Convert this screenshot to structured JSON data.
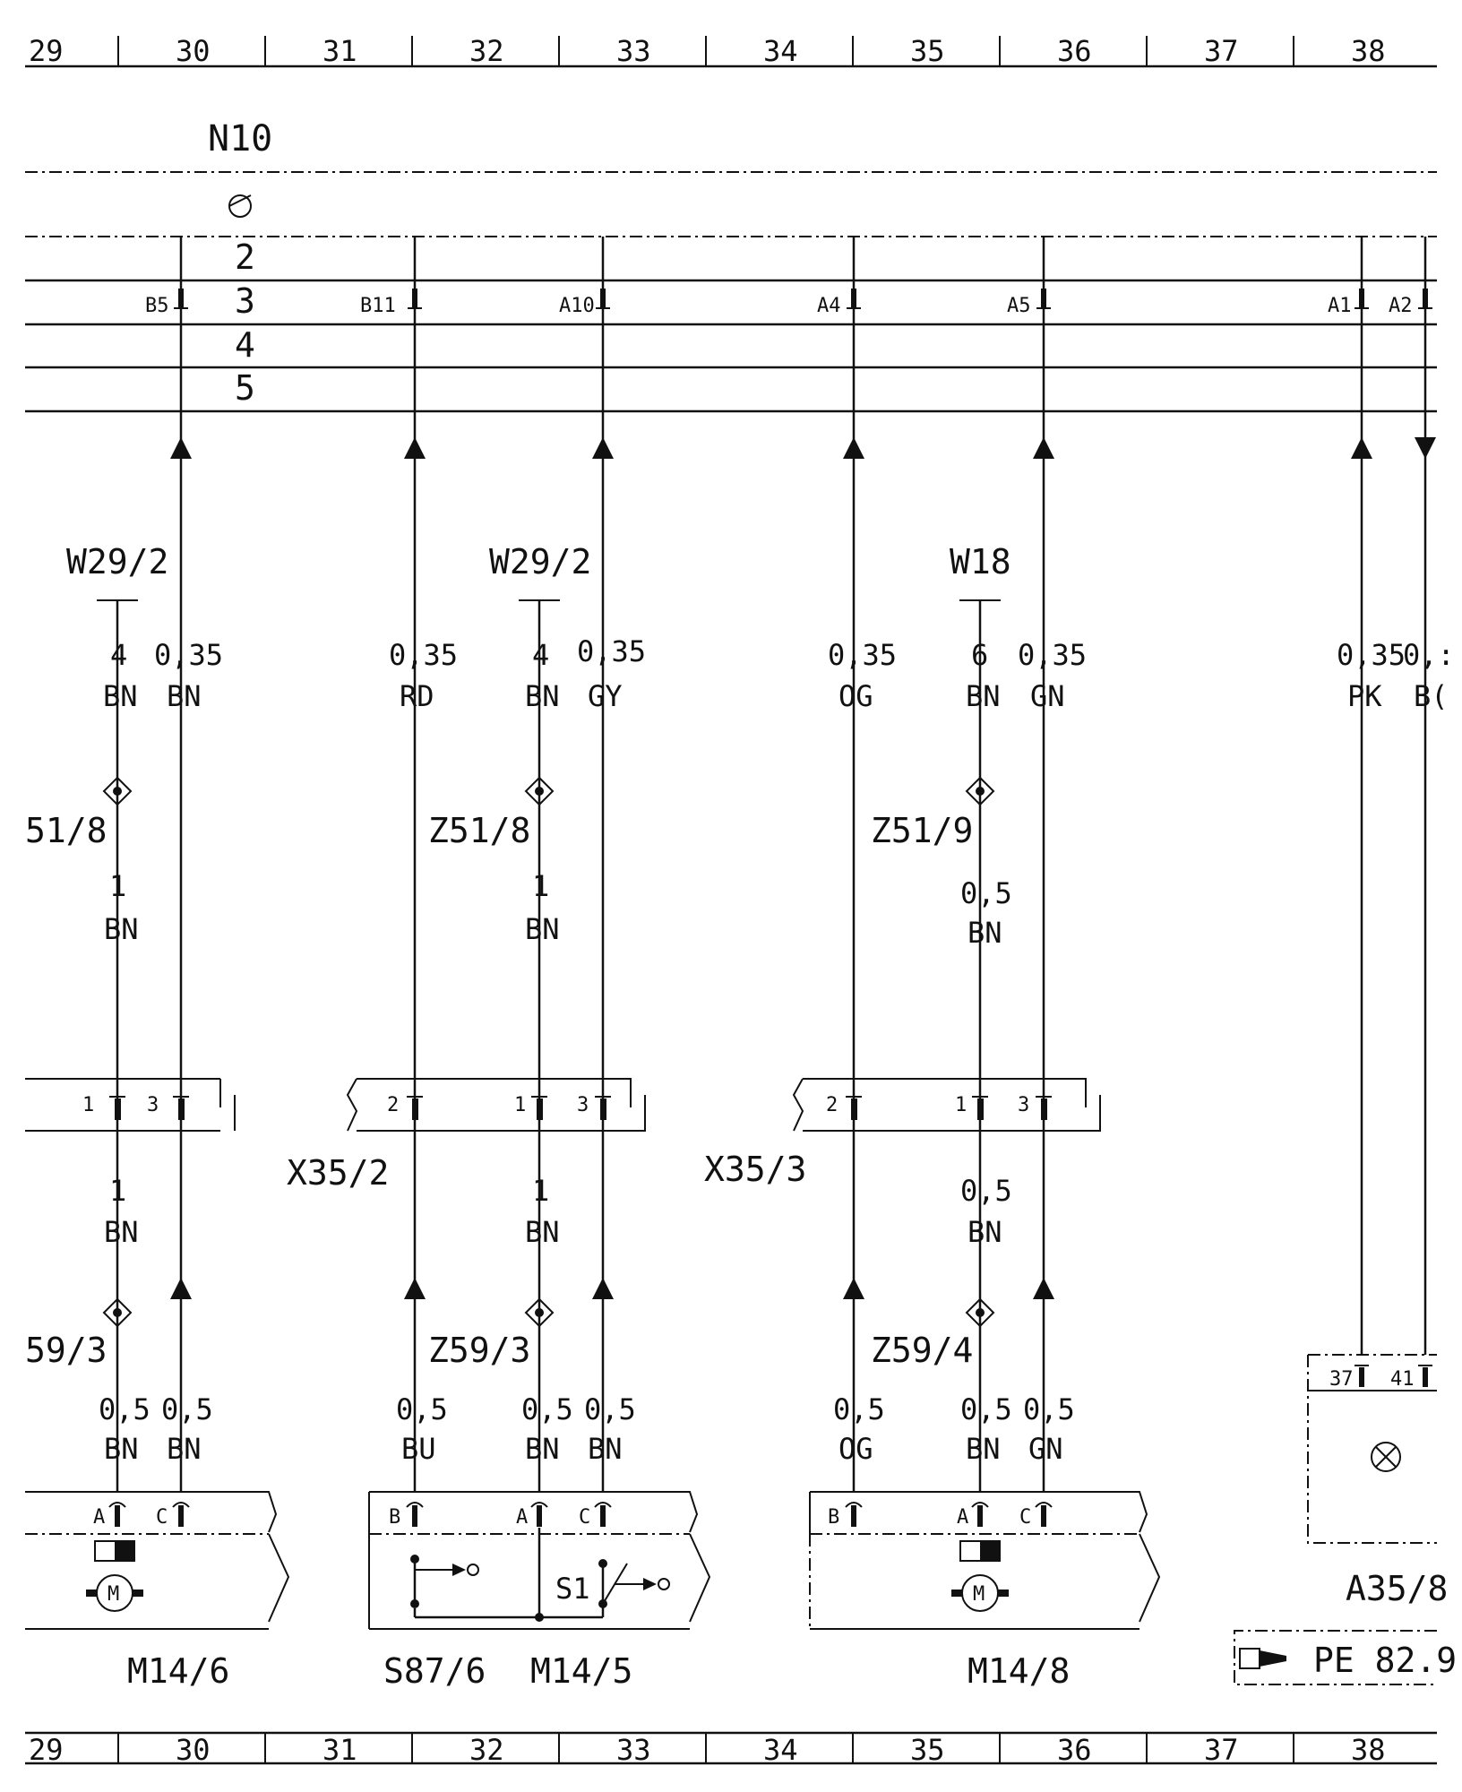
{
  "grid_top": [
    "29",
    "30",
    "31",
    "32",
    "33",
    "34",
    "35",
    "36",
    "37",
    "38"
  ],
  "grid_bottom": [
    "29",
    "30",
    "31",
    "32",
    "33",
    "34",
    "35",
    "36",
    "37",
    "38"
  ],
  "control_unit": {
    "label": "N10",
    "pins": [
      "2",
      "3",
      "4",
      "5"
    ]
  },
  "top_connectors": [
    "B5",
    "B11",
    "A10",
    "A4",
    "A5",
    "A1",
    "A2"
  ],
  "ground_refs": [
    "W29/2",
    "W29/2",
    "W18"
  ],
  "wires_upper": [
    {
      "size": "4",
      "color": "BN"
    },
    {
      "size": "0,35",
      "color": "BN"
    },
    {
      "size": "0,35",
      "color": "RD"
    },
    {
      "size": "4",
      "color": "BN"
    },
    {
      "size": "0,35",
      "color": "GY"
    },
    {
      "size": "0,35",
      "color": "OG"
    },
    {
      "size": "6",
      "color": "BN"
    },
    {
      "size": "0,35",
      "color": "GN"
    },
    {
      "size": "0,35",
      "color": "PK"
    },
    {
      "size": "0,:",
      "color": "B("
    }
  ],
  "splices_upper": [
    "51/8",
    "Z51/8",
    "Z51/9"
  ],
  "wires_mid": [
    {
      "size": "1",
      "color": "BN"
    },
    {
      "size": "1",
      "color": "BN"
    },
    {
      "size": "0,5",
      "color": "BN"
    }
  ],
  "connectors": [
    {
      "label": "X35/2",
      "pins": [
        "2",
        "1",
        "3"
      ]
    },
    {
      "label": "X35/3",
      "pins": [
        "2",
        "1",
        "3"
      ]
    }
  ],
  "left_connector_pins": [
    "1",
    "3"
  ],
  "wires_lower_mid": [
    {
      "size": "1",
      "color": "BN"
    },
    {
      "size": "1",
      "color": "BN"
    },
    {
      "size": "0,5",
      "color": "BN"
    }
  ],
  "splices_lower": [
    "59/3",
    "Z59/3",
    "Z59/4"
  ],
  "wires_lower": [
    {
      "size": "0,5",
      "color": "BN"
    },
    {
      "size": "0,5",
      "color": "BN"
    },
    {
      "size": "0,5",
      "color": "BU"
    },
    {
      "size": "0,5",
      "color": "BN"
    },
    {
      "size": "0,5",
      "color": "BN"
    },
    {
      "size": "0,5",
      "color": "OG"
    },
    {
      "size": "0,5",
      "color": "BN"
    },
    {
      "size": "0,5",
      "color": "GN"
    }
  ],
  "component_pins": [
    "A",
    "C",
    "B",
    "A",
    "C",
    "B",
    "A",
    "C"
  ],
  "lamp_pins": [
    "37",
    "41"
  ],
  "switch_label": "S1",
  "motor_symbol": "M",
  "components": [
    "M14/6",
    "S87/6",
    "M14/5",
    "M14/8",
    "A35/8"
  ],
  "page_ref": "PE 82.9"
}
